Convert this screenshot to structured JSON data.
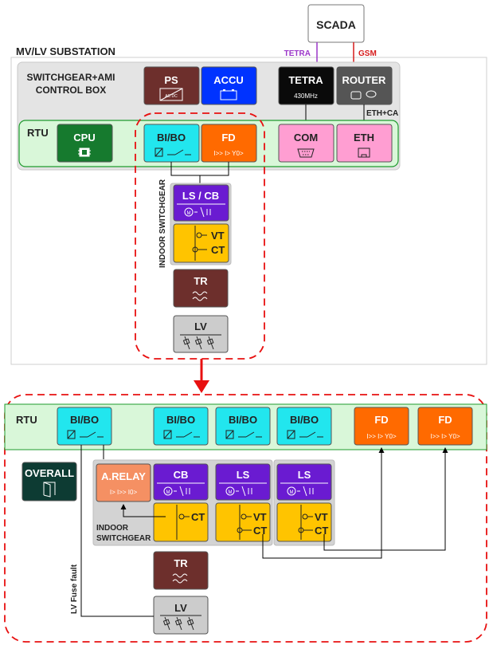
{
  "colors": {
    "brown": "#6d2f2c",
    "blue": "#0033ff",
    "black": "#0a0a0a",
    "gray_dark": "#555555",
    "green": "#167a2e",
    "cyan": "#22e6ee",
    "orange": "#ff6a00",
    "pink": "#ff9ed2",
    "purple": "#6a1bd1",
    "yellow": "#ffc400",
    "light_gray": "#cccccc",
    "dark_green": "#0d3b33",
    "salmon": "#f59063",
    "rtu_green": "#d9f7d9",
    "dash_red": "#e81010",
    "tetra_line": "#9b37c9",
    "gsm_line": "#d61c1c"
  },
  "top": {
    "scada": "SCADA",
    "tetra_link": "TETRA",
    "gsm_link": "GSM",
    "substation_title": "MV/LV SUBSTATION",
    "control_box_line1": "SWITCHGEAR+AMI",
    "control_box_line2": "CONTROL BOX",
    "ps": "PS",
    "ps_sub": "AC    DC",
    "accu": "ACCU",
    "tetra": "TETRA",
    "tetra_freq": "430MHz",
    "router": "ROUTER",
    "eth_ca": "ETH+CA",
    "rtu": "RTU",
    "cpu": "CPU",
    "bibo": "BI/BO",
    "fd": "FD",
    "fd_sub": "I>> I> Y0>",
    "com": "COM",
    "eth": "ETH",
    "ls_cb": "LS / CB",
    "indoor_switchgear_vertical": "INDOOR SWITCHGEAR",
    "vt": "VT",
    "ct": "CT",
    "tr": "TR",
    "lv": "LV"
  },
  "bottom": {
    "rtu": "RTU",
    "bibo": [
      "BI/BO",
      "BI/BO",
      "BI/BO",
      "BI/BO"
    ],
    "fd": [
      "FD",
      "FD"
    ],
    "fd_sub": "I>> I> Y0>",
    "overall": "OVERALL",
    "arelay": "A.RELAY",
    "arelay_sub": "I> I>> I0>",
    "cb": "CB",
    "ls": [
      "LS",
      "LS"
    ],
    "ct": "CT",
    "vt": "VT",
    "indoor_line1": "INDOOR",
    "indoor_line2": "SWITCHGEAR",
    "tr": "TR",
    "lv": "LV",
    "lv_fuse_fault": "LV Fuse fault"
  }
}
